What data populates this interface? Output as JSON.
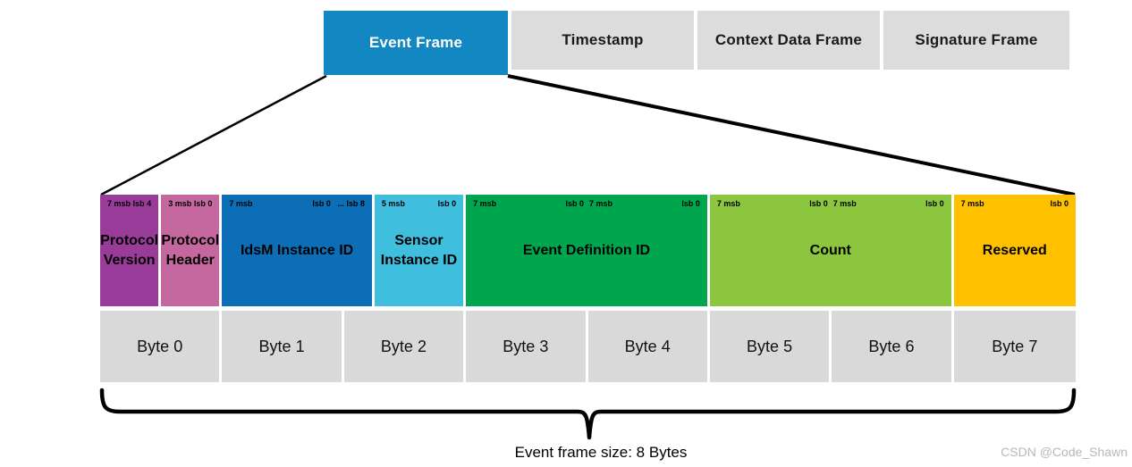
{
  "tabs": {
    "items": [
      {
        "label": "Event Frame",
        "active": true
      },
      {
        "label": "Timestamp",
        "active": false
      },
      {
        "label": "Context Data Frame",
        "active": false
      },
      {
        "label": "Signature Frame",
        "active": false
      }
    ],
    "active_bg": "#1287c1",
    "active_text": "#ffffff",
    "inactive_bg": "#dcdcdc",
    "inactive_text": "#1a1a1a"
  },
  "frame": {
    "fields": [
      {
        "label": "Protocol Version",
        "color": "#993b99",
        "byte_span": 0.5,
        "segments": [
          {
            "left": "7 msb",
            "right": "lsb 4"
          }
        ]
      },
      {
        "label": "Protocol Header",
        "color": "#c5689f",
        "byte_span": 0.5,
        "segments": [
          {
            "left": "3 msb",
            "right": "lsb 0"
          }
        ]
      },
      {
        "label": "IdsM Instance ID",
        "color": "#0d6eb8",
        "byte_span": 1.25,
        "segments": [
          {
            "left": "7 msb",
            "right": "lsb 0   ... lsb 8"
          }
        ]
      },
      {
        "label": "Sensor Instance ID",
        "color": "#3fbede",
        "byte_span": 0.75,
        "segments": [
          {
            "left": "5 msb",
            "right": "lsb 0"
          }
        ]
      },
      {
        "label": "Event Definition ID",
        "color": "#00a64e",
        "byte_span": 2,
        "segments": [
          {
            "left": "7 msb",
            "right": "lsb 0"
          },
          {
            "left": "7 msb",
            "right": "lsb 0"
          }
        ]
      },
      {
        "label": "Count",
        "color": "#8cc63e",
        "byte_span": 2,
        "segments": [
          {
            "left": "7 msb",
            "right": "lsb 0"
          },
          {
            "left": "7 msb",
            "right": "lsb 0"
          }
        ]
      },
      {
        "label": "Reserved",
        "color": "#ffc000",
        "byte_span": 1,
        "segments": [
          {
            "left": "7 msb",
            "right": "lsb 0"
          }
        ]
      }
    ],
    "bytes": [
      "Byte 0",
      "Byte 1",
      "Byte 2",
      "Byte 3",
      "Byte 4",
      "Byte 5",
      "Byte 6",
      "Byte 7"
    ],
    "byte_bg": "#d9d9d9"
  },
  "caption": "Event frame size: 8 Bytes",
  "watermark": "CSDN @Code_Shawn"
}
